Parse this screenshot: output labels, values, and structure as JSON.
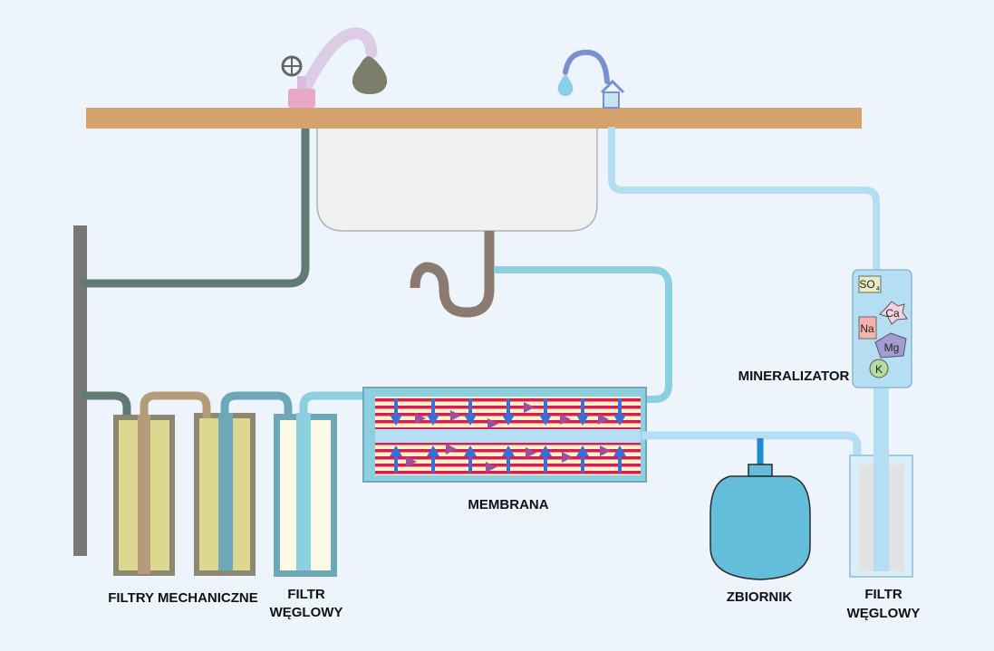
{
  "labels": {
    "mech_filters": "FILTRY MECHANICZNE",
    "carbon_filter_left_1": "FILTR",
    "carbon_filter_left_2": "WĘGLOWY",
    "membrane": "MEMBRANA",
    "tank": "ZBIORNIK",
    "carbon_filter_right_1": "FILTR",
    "carbon_filter_right_2": "WĘGLOWY",
    "mineralizer": "MINERALIZATOR"
  },
  "ions": {
    "so4": "SO",
    "so4_sub": "4",
    "ca": "Ca",
    "na": "Na",
    "mg": "Mg",
    "k": "K"
  },
  "colors": {
    "background": "#eef4fb",
    "counter": "#d4a36c",
    "feed_pipe": "#607a74",
    "supply_post": "#777777",
    "pipe_tan": "#b49c7a",
    "pipe_teal": "#6ea7b6",
    "pipe_lightblue": "#8ccfdf",
    "pipe_pale": "#b6def2",
    "tank": "#63bddb",
    "membrane_stripe": "#d21e5a",
    "membrane_fill": "#fbf2c4",
    "arrow_blue": "#3a6fd6",
    "arrow_purple": "#a0509a"
  }
}
